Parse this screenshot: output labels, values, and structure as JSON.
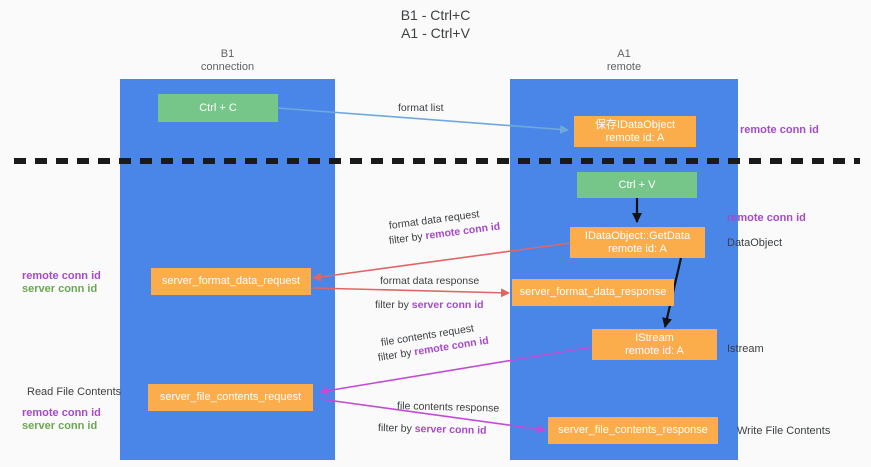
{
  "title": {
    "line1": "B1 - Ctrl+C",
    "line2": "A1 - Ctrl+V"
  },
  "lanes": [
    {
      "name": "B1",
      "sub": "connection"
    },
    {
      "name": "A1",
      "sub": "remote"
    }
  ],
  "boxes": {
    "ctrl_c": {
      "line1": "Ctrl + C",
      "color": "#76c68a"
    },
    "ctrl_v": {
      "line1": "Ctrl + V",
      "color": "#76c68a"
    },
    "data_object": {
      "line1": "保存IDataObject",
      "line2": "remote id: A",
      "color": "#fbad4b"
    },
    "get_data": {
      "line1": "IDataObject::GetData",
      "line2": "remote id: A",
      "color": "#fbad4b"
    },
    "istream": {
      "line1": "IStream",
      "line2": "remote id: A",
      "color": "#fbad4b"
    },
    "server_format_data_request": {
      "line1": "server_format_data_request",
      "color": "#fbad4b"
    },
    "server_format_data_response": {
      "line1": "server_format_data_response",
      "color": "#fbad4b"
    },
    "server_file_contents_request": {
      "line1": "server_file_contents_request",
      "color": "#fbad4b"
    },
    "server_file_contents_response": {
      "line1": "server_file_contents_response",
      "color": "#fbad4b"
    }
  },
  "captions": {
    "format_list": "format list",
    "format_data_request": "format data request",
    "format_data_request_filter_prefix": "filter by ",
    "format_data_request_filter_key": "remote conn id",
    "format_data_response": "format data response",
    "format_data_response_filter_prefix": "filter by ",
    "format_data_response_filter_key": "server conn id",
    "file_contents_request": "file contents request",
    "file_contents_request_filter_prefix": "filter by ",
    "file_contents_request_filter_key": "remote conn id",
    "file_contents_response": "file contents response",
    "file_contents_response_filter_prefix": "filter by ",
    "file_contents_response_filter_key": "server conn id"
  },
  "side_labels": {
    "right_remote_conn_id_top": "remote conn id",
    "right_remote_conn_id_mid": "remote conn id",
    "right_data_object": "DataObject",
    "right_istream": "Istream",
    "right_write_file_contents": "Write File Contents",
    "left_remote_conn_id_mid": "remote conn id",
    "left_server_conn_id_mid": "server conn id",
    "left_read_file_contents": "Read File Contents",
    "left_remote_conn_id_bottom": "remote conn id",
    "left_server_conn_id_bottom": "server conn id"
  },
  "colors": {
    "lane": "#4a86e8",
    "green_box": "#76c68a",
    "orange_box": "#fbad4b",
    "purple": "#a64ac9",
    "green_text": "#6aa84f",
    "red_arrow": "#e06666",
    "blue_arrow": "#6fa8dc",
    "magenta_arrow": "#c24bd6",
    "divider": "#1a1a1a",
    "background": "#fafafa"
  }
}
